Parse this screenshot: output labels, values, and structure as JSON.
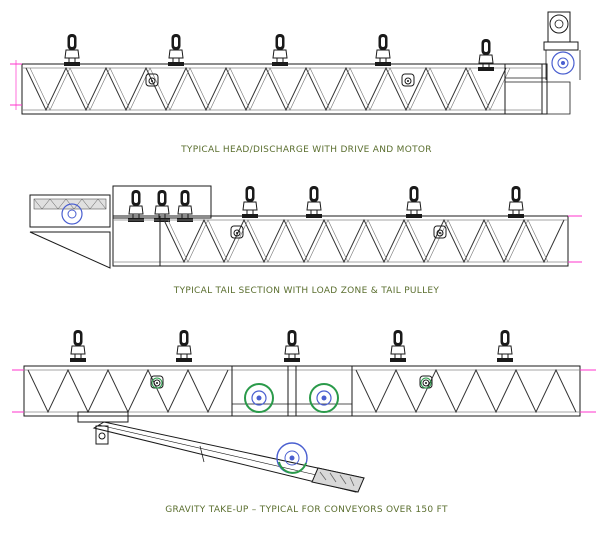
{
  "sections": [
    {
      "id": "head",
      "caption": "TYPICAL HEAD/DISCHARGE WITH DRIVE AND MOTOR"
    },
    {
      "id": "tail",
      "caption": "TYPICAL TAIL SECTION WITH LOAD ZONE & TAIL PULLEY"
    },
    {
      "id": "takeup",
      "caption": "GRAVITY TAKE-UP – TYPICAL FOR CONVEYORS OVER 150 FT"
    }
  ],
  "colors": {
    "line": "#1a1a1a",
    "truss": "#333333",
    "belt": "#c0c0c0",
    "magenta": "#ff33cc",
    "pulley_blue": "#4a5fd0",
    "pulley_green": "#2a9a4a",
    "caption": "#5a6e2e"
  }
}
